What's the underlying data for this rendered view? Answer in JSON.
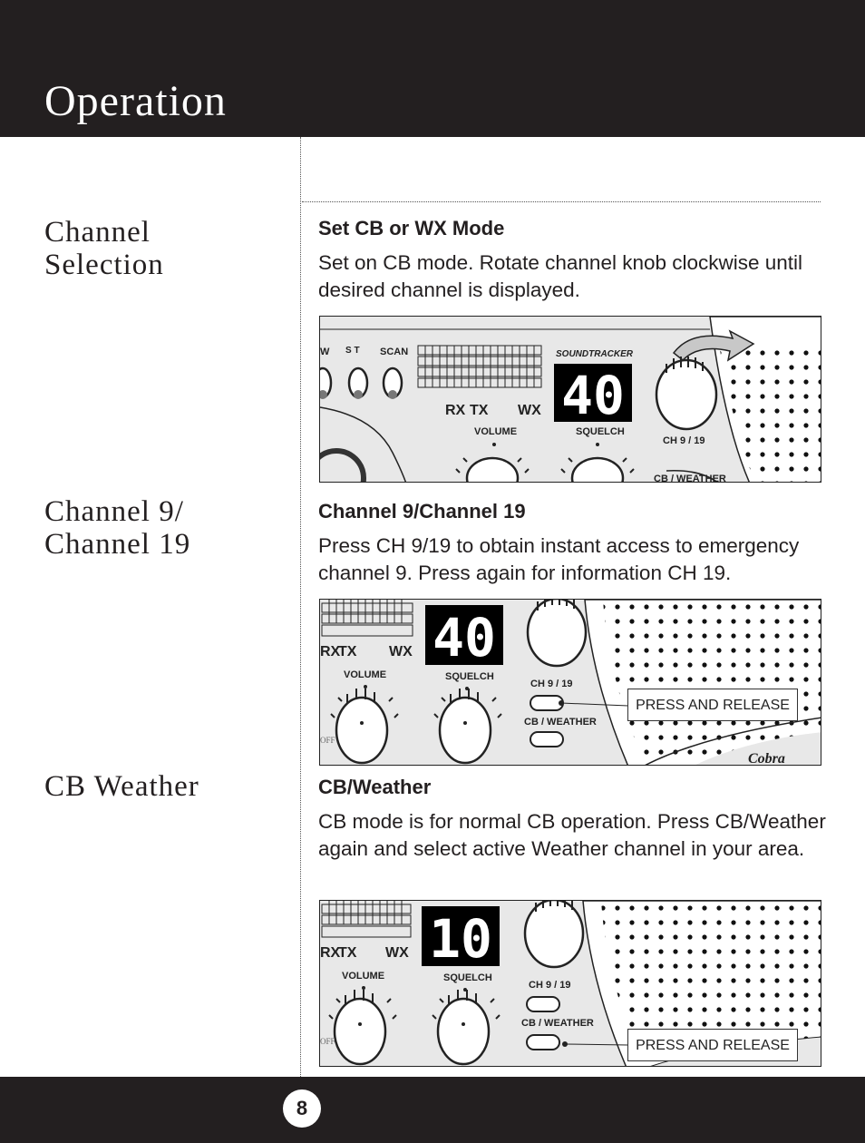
{
  "header": {
    "title": "Operation"
  },
  "sections": [
    {
      "side_title": "Channel\nSelection",
      "subtitle": "Set CB or WX Mode",
      "body": "Set on CB mode.  Rotate channel knob clockwise until desired channel is displayed."
    },
    {
      "side_title": "Channel 9/\nChannel 19",
      "subtitle": "Channel 9/Channel 19",
      "body": "Press CH 9/19 to obtain instant access  to emergency channel 9. Press again for information CH 19."
    },
    {
      "side_title": "CB Weather",
      "subtitle": "CB/Weather",
      "body": "CB mode is for normal CB operation. Press CB/Weather again and select active Weather channel in your area."
    }
  ],
  "panel1": {
    "display": "40",
    "labels": {
      "w": "W",
      "scan": "SCAN",
      "volume": "VOLUME",
      "squelch": "SQUELCH",
      "ch919": "CH 9 / 19",
      "cbweather": "CB / WEATHER",
      "rx": "RX",
      "tx": "TX",
      "wx": "WX",
      "soundtracker": "SOUNDTRACKER"
    }
  },
  "panel2": {
    "display": "40",
    "callout": "PRESS AND RELEASE",
    "labels": {
      "volume": "VOLUME",
      "squelch": "SQUELCH",
      "ch919": "CH 9 / 19",
      "cbweather": "CB / WEATHER",
      "rx": "RX",
      "tx": "TX",
      "wx": "WX",
      "brand": "Cobra"
    }
  },
  "panel3": {
    "display": "10",
    "callout": "PRESS AND RELEASE",
    "labels": {
      "volume": "VOLUME",
      "squelch": "SQUELCH",
      "ch919": "CH 9 / 19",
      "cbweather": "CB / WEATHER",
      "rx": "RX",
      "tx": "TX",
      "wx": "WX"
    }
  },
  "footer": {
    "page_number": "8"
  }
}
